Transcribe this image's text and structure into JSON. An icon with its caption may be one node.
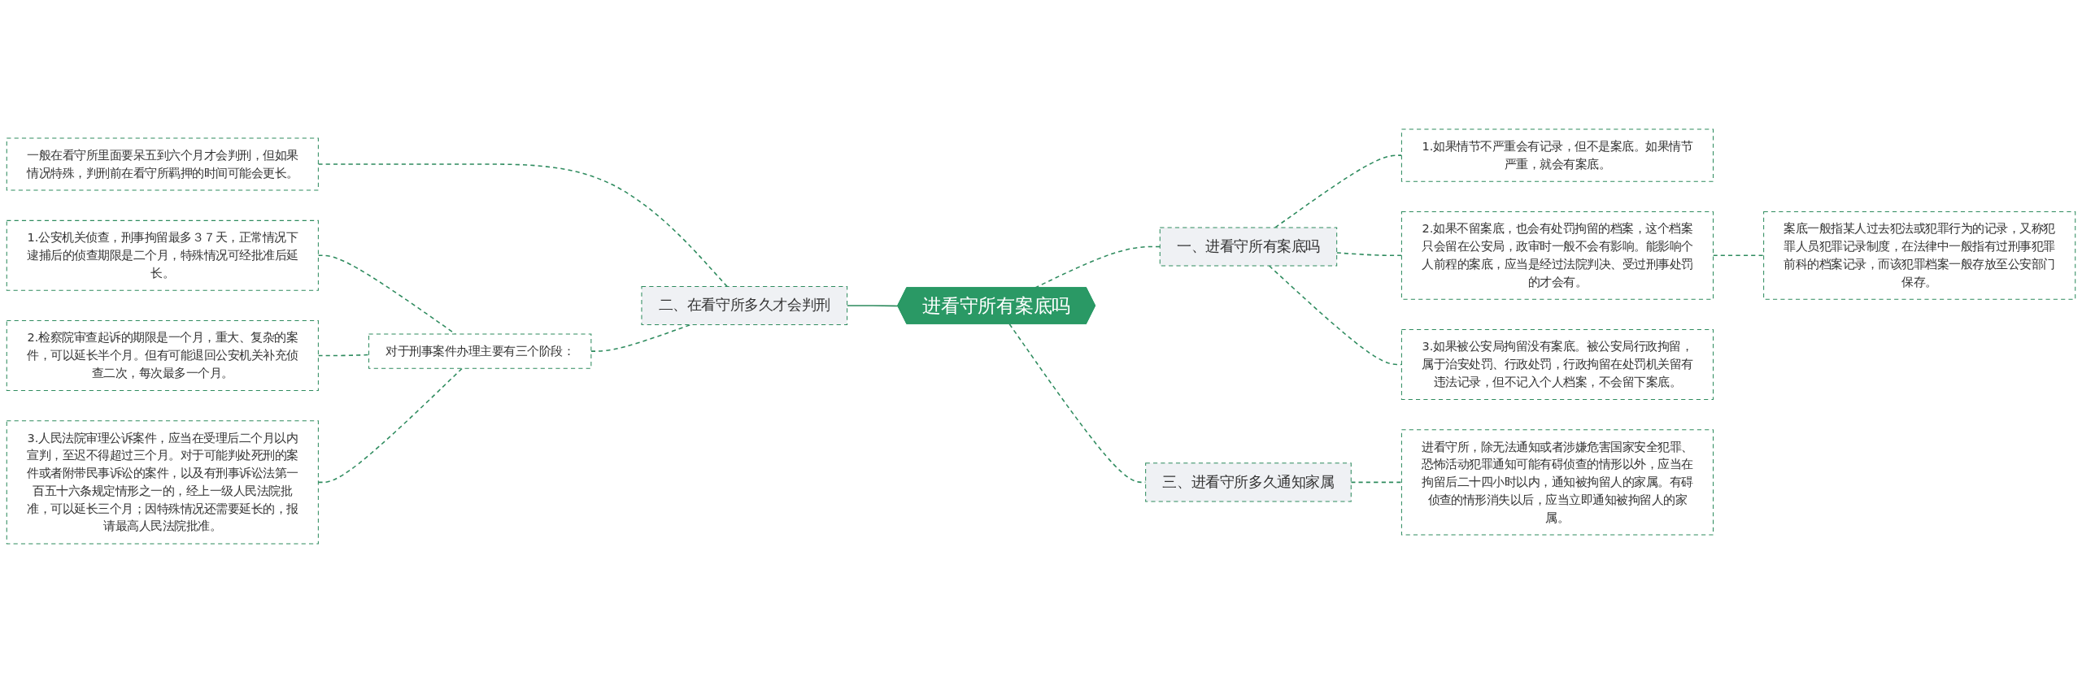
{
  "diagram": {
    "nodes": [
      {
        "text": [
          "进看守所有案底吗"
        ]
      },
      {
        "text": [
          "一、进看守所有案底吗"
        ]
      },
      {
        "text": [
          "1.如果情节不严重会有记录，但不是案底。如果情节严重，就会有案底。"
        ]
      },
      {
        "text": [
          "2.如果不留案底，也会有处罚拘留的档案，这个档案只会留在公安局，政审时一般不会有影响。能影响个人前程的案底，应当是经过法院判决、受过刑事处罚的才会有。"
        ]
      },
      {
        "text": [
          "案底一般指某人过去犯法或犯罪行为的记录，又称犯罪人员犯罪记录制度，在法律中一般指有过刑事犯罪前科的档案记录，而该犯罪档案一般存放至公安部门保存。"
        ]
      },
      {
        "text": [
          "3.如果被公安局拘留没有案底。被公安局行政拘留，属于治安处罚、行政处罚，行政拘留在处罚机关留有违法记录，但不记入个人档案，不会留下案底。"
        ]
      },
      {
        "text": [
          "三、进看守所多久通知家属"
        ]
      },
      {
        "text": [
          "进看守所，除无法通知或者涉嫌危害国家安全犯罪、恐怖活动犯罪通知可能有碍侦查的情形以外，应当在拘留后二十四小时以内，通知被拘留人的家属。有碍侦查的情形消失以后，应当立即通知被拘留人的家属。"
        ]
      },
      {
        "text": [
          "二、在看守所多久才会判刑"
        ]
      },
      {
        "text": [
          "一般在看守所里面要呆五到六个月才会判刑，但如果情况特殊，判刑前在看守所羁押的时间可能会更长。"
        ]
      },
      {
        "text": [
          "对于刑事案件办理主要有三个阶段："
        ]
      },
      {
        "text": [
          "1.公安机关侦查，刑事拘留最多３７天，正常情况下逮捕后的侦查期限是二个月，特殊情况可经批准后延长。"
        ]
      },
      {
        "text": [
          "2.检察院审查起诉的期限是一个月，重大、复杂的案件，可以延长半个月。但有可能退回公安机关补充侦查二次，每次最多一个月。"
        ]
      },
      {
        "text": [
          "3.人民法院审理公诉案件，应当在受理后二个月以内宣判，至迟不得超过三个月。对于可能判处死刑的案件或者附带民事诉讼的案件，以及有刑事诉讼法第一百五十六条规定情形之一的，经上一级人民法院批准，可以延长三个月；因特殊情况还需要延长的，报请最高人民法院批准。"
        ]
      }
    ],
    "edges": [
      {
        "from": 0,
        "to": 1,
        "arrow": "none",
        "style": "dashed"
      },
      {
        "from": 1,
        "to": 2,
        "arrow": "none",
        "style": "dashed"
      },
      {
        "from": 1,
        "to": 3,
        "arrow": "none",
        "style": "dashed"
      },
      {
        "from": 3,
        "to": 4,
        "arrow": "none",
        "style": "dashed"
      },
      {
        "from": 1,
        "to": 5,
        "arrow": "none",
        "style": "dashed"
      },
      {
        "from": 0,
        "to": 6,
        "arrow": "none",
        "style": "dashed"
      },
      {
        "from": 6,
        "to": 7,
        "arrow": "none",
        "style": "dashed"
      },
      {
        "from": 8,
        "to": 0,
        "arrow": "none"
      },
      {
        "from": 9,
        "to": 8,
        "arrow": "none",
        "style": "dashed"
      },
      {
        "from": 10,
        "to": 8,
        "arrow": "none",
        "style": "dashed"
      },
      {
        "from": 11,
        "to": 10,
        "arrow": "none",
        "style": "dashed"
      },
      {
        "from": 12,
        "to": 10,
        "arrow": "none",
        "style": "dashed"
      },
      {
        "from": 13,
        "to": 10,
        "arrow": "none",
        "style": "dashed"
      }
    ]
  }
}
